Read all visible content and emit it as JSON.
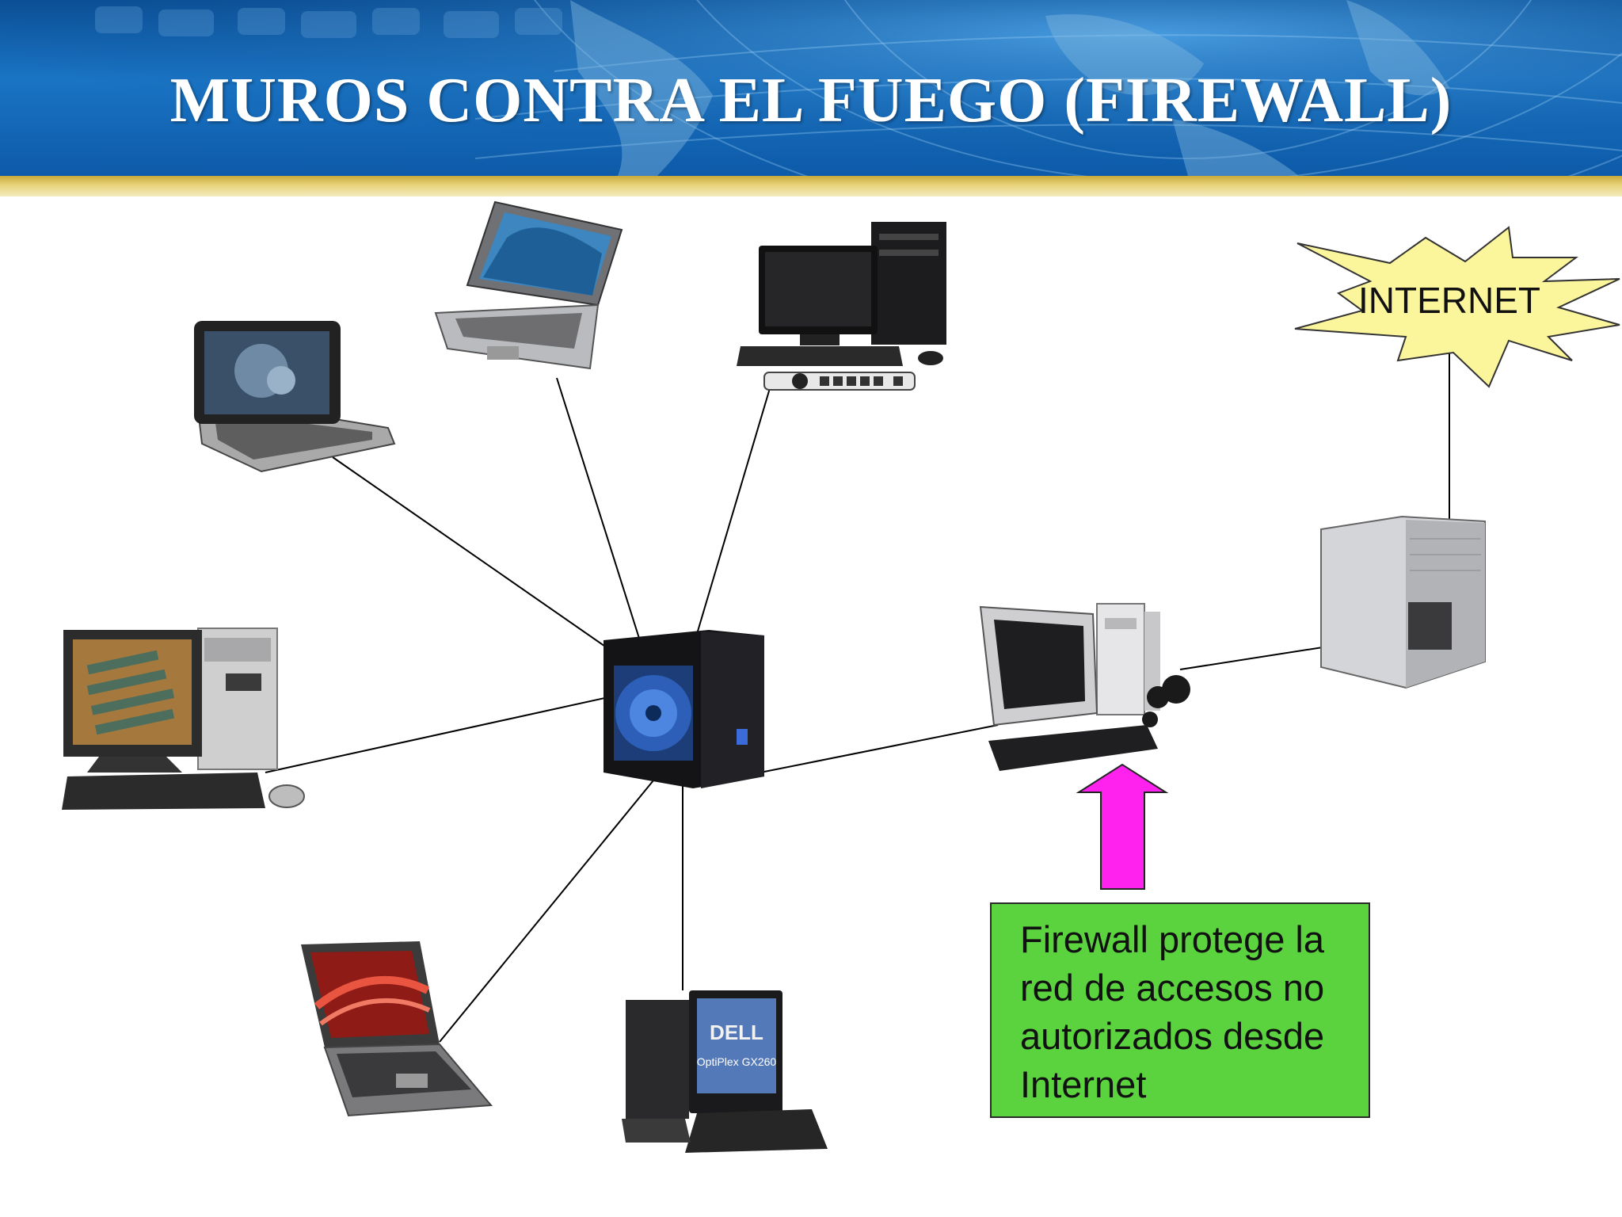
{
  "slide": {
    "title": "MUROS CONTRA EL FUEGO (FIREWALL)"
  },
  "cloud": {
    "label": "INTERNET"
  },
  "callout": {
    "text": "Firewall protege la red de accesos no autorizados desde Internet"
  },
  "devices": {
    "monitor_brand": "DELL",
    "monitor_model": "OptiPlex GX260"
  },
  "colors": {
    "header_blue": "#1a74c4",
    "gold_bar": "#d9c055",
    "internet_burst": "#fbf59c",
    "arrow": "#ff22ee",
    "callout_green": "#5bd33e"
  }
}
